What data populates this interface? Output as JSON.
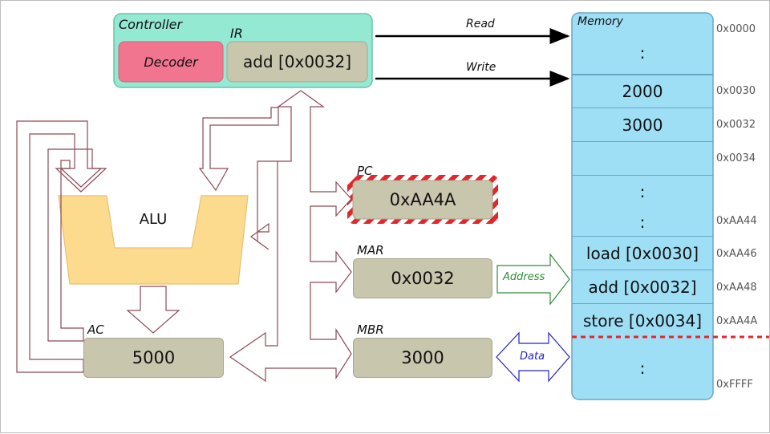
{
  "controller": {
    "label": "Controller",
    "decoder": "Decoder",
    "ir_label": "IR",
    "ir_value": "add [0x0032]"
  },
  "bus": {
    "read": "Read",
    "write": "Write",
    "address": "Address",
    "data": "Data"
  },
  "alu": {
    "label": "ALU"
  },
  "registers": {
    "pc": {
      "label": "PC",
      "value": "0xAA4A"
    },
    "mar": {
      "label": "MAR",
      "value": "0x0032"
    },
    "mbr": {
      "label": "MBR",
      "value": "3000"
    },
    "ac": {
      "label": "AC",
      "value": "5000"
    }
  },
  "memory": {
    "title": "Memory",
    "cells": [
      ":",
      "2000",
      "3000",
      "",
      ":",
      ":",
      "load [0x0030]",
      "add [0x0032]",
      "store [0x0034]",
      ":"
    ],
    "addresses": [
      "0x0000",
      "0x0030",
      "0x0032",
      "0x0034",
      "0xAA44",
      "0xAA46",
      "0xAA48",
      "0xAA4A",
      "0xFFFF"
    ]
  },
  "colors": {
    "controller": "#94e9d3",
    "decoder": "#f2758f",
    "register": "#c8c6ad",
    "alu": "#fddb8e",
    "memory": "#9fdff6",
    "arrow_outline": "#8c4a55",
    "address_arrow": "#2f8c3a",
    "data_arrow": "#2222cc",
    "highlight": "#e3262b"
  }
}
